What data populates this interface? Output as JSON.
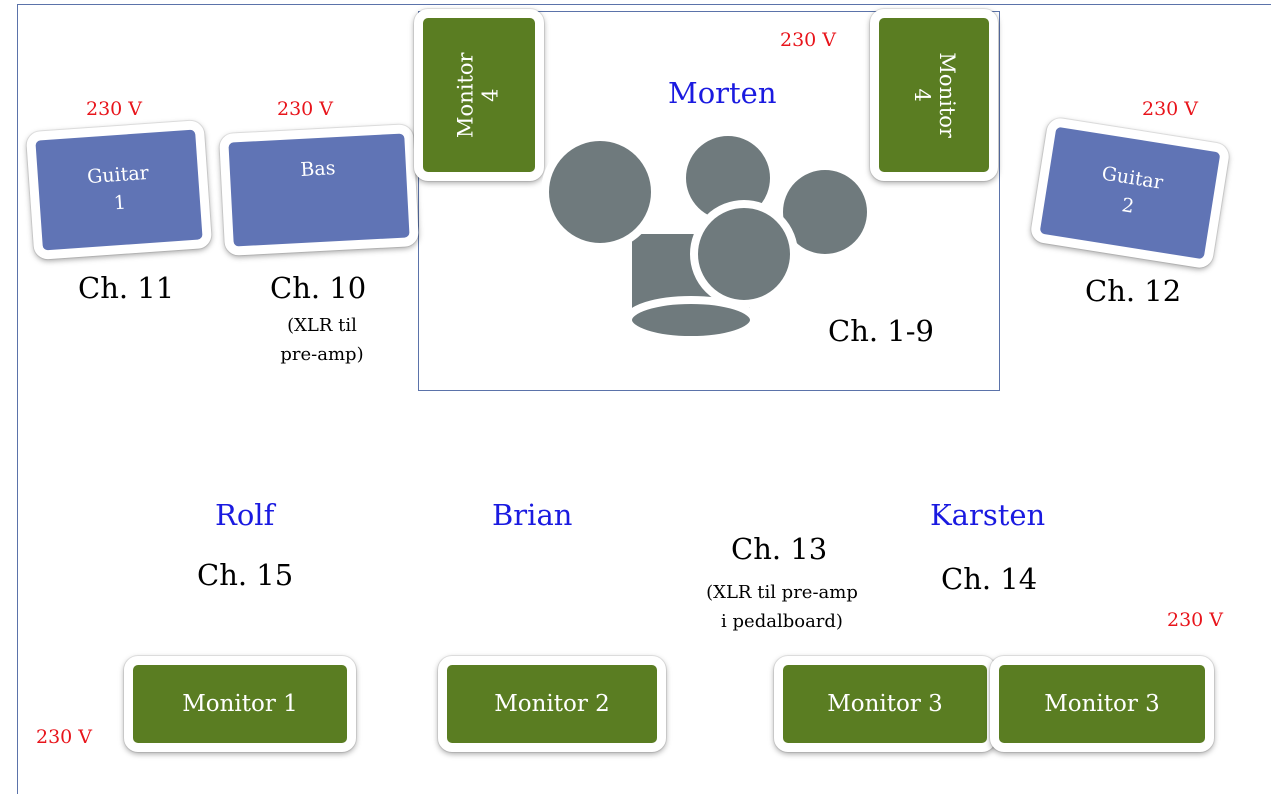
{
  "voltage_label": "230 V",
  "drummer": {
    "name": "Morten",
    "channel": "Ch. 1-9"
  },
  "amps": {
    "guitar1": {
      "line1": "Guitar",
      "line2": "1",
      "channel": "Ch. 11"
    },
    "bass": {
      "line1": "Bas",
      "channel": "Ch. 10",
      "note_line1": "(XLR til",
      "note_line2": "pre-amp)"
    },
    "guitar2": {
      "line1": "Guitar",
      "line2": "2",
      "channel": "Ch. 12"
    }
  },
  "drum_monitors": {
    "left": {
      "line1": "Monitor",
      "line2": "4"
    },
    "right": {
      "line1": "Monitor",
      "line2": "4"
    }
  },
  "front": {
    "rolf": {
      "name": "Rolf",
      "channel": "Ch. 15"
    },
    "brian": {
      "name": "Brian"
    },
    "karsten": {
      "name": "Karsten",
      "channel": "Ch. 14"
    },
    "ch13": {
      "channel": "Ch. 13",
      "note_line1": "(XLR til pre-amp",
      "note_line2": "i pedalboard)"
    }
  },
  "front_monitors": [
    "Monitor 1",
    "Monitor 2",
    "Monitor 3",
    "Monitor 3"
  ],
  "colors": {
    "amp_blue": "#6074b5",
    "monitor_green": "#5a7d22",
    "drum_grey": "#6f7a7d",
    "voltage_red": "#e8141b",
    "name_blue": "#1a1ae0",
    "frame_blue": "#5b73aa"
  }
}
